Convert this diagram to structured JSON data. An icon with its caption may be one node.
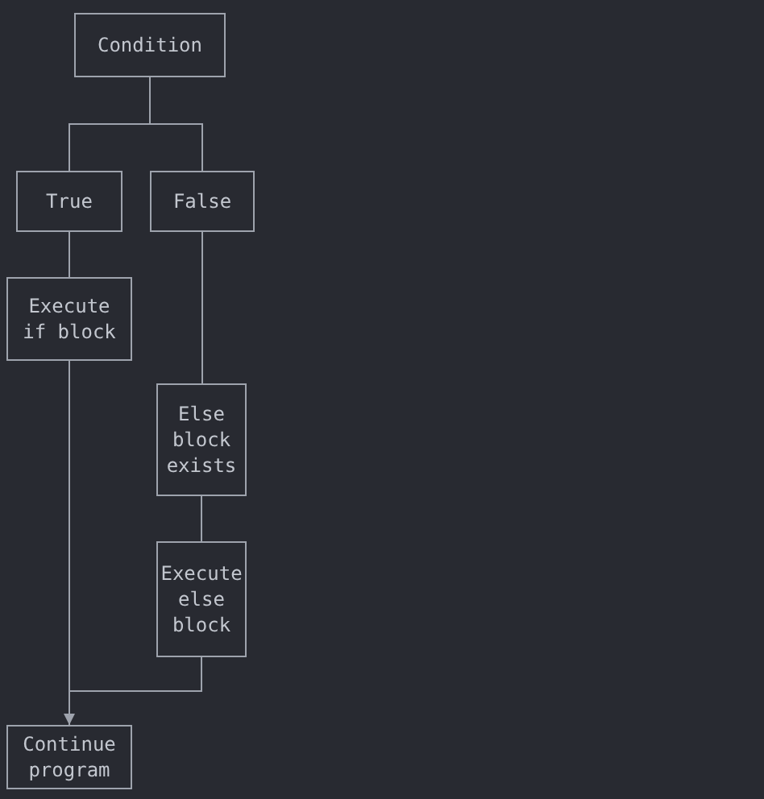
{
  "diagram": {
    "nodes": [
      {
        "text": [
          "Condition"
        ]
      },
      {
        "text": [
          "True"
        ]
      },
      {
        "text": [
          "False"
        ]
      },
      {
        "text": [
          "Execute if block"
        ]
      },
      {
        "text": [
          "Else block exists"
        ]
      },
      {
        "text": [
          "Execute else block"
        ]
      },
      {
        "text": [
          "Continue program"
        ]
      }
    ],
    "edges": [
      {
        "from": 0,
        "to": 1,
        "arrow": "none"
      },
      {
        "from": 0,
        "to": 2,
        "arrow": "none"
      },
      {
        "from": 1,
        "to": 3,
        "arrow": "none"
      },
      {
        "from": 2,
        "to": 4,
        "arrow": "none"
      },
      {
        "from": 4,
        "to": 5,
        "arrow": "none"
      },
      {
        "from": 3,
        "to": 6,
        "arrow": "none"
      },
      {
        "from": 5,
        "to": 6,
        "arrow": "to"
      }
    ]
  }
}
